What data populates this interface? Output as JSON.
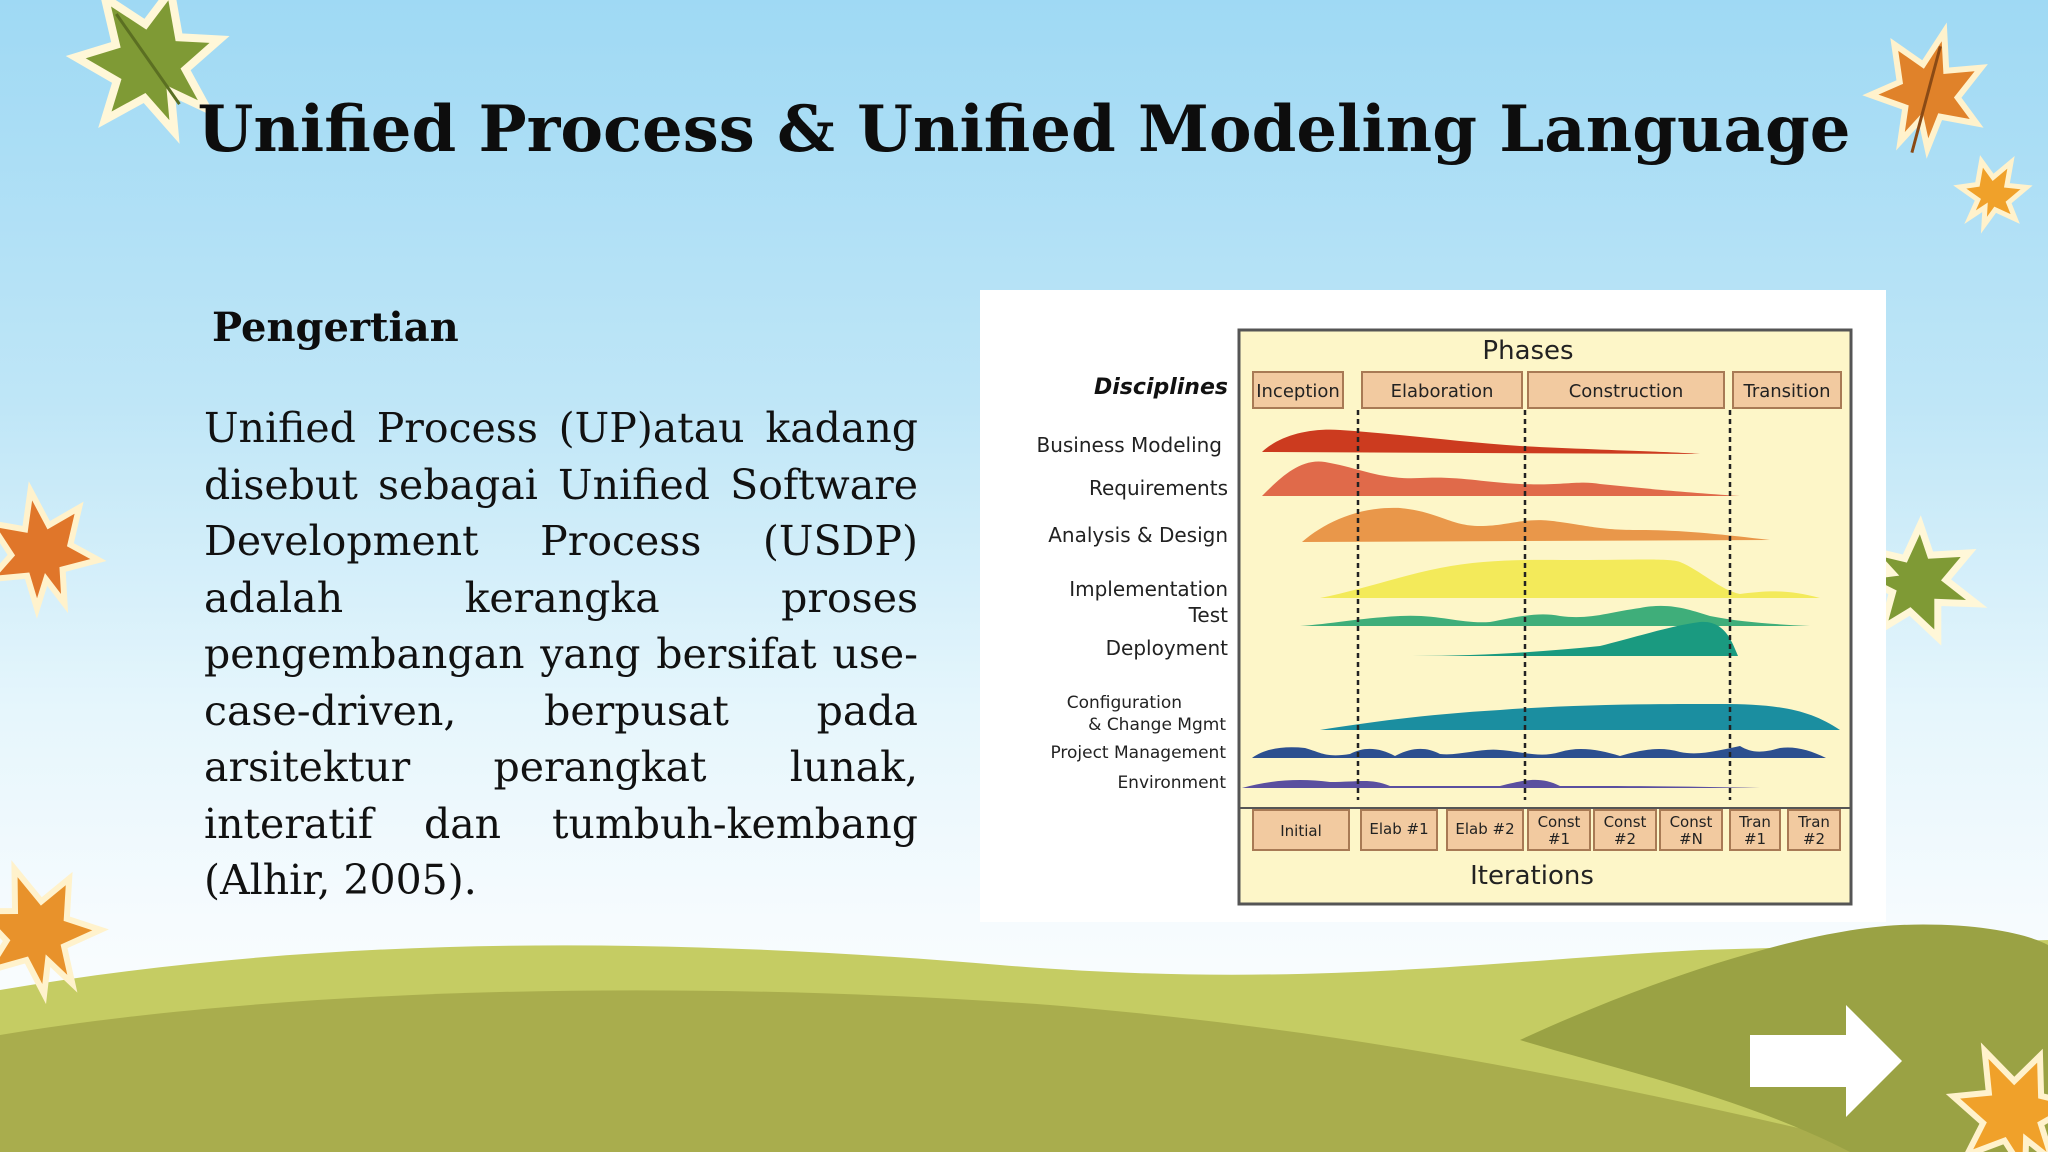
{
  "slide": {
    "title": "Unified Process & Unified Modeling Language",
    "heading": "Pengertian",
    "body": "Unified Process (UP)atau kadang disebut sebagai Unified Software Development Process (USDP) adalah kerangka proses pengembangan yang  bersifat use-case-driven, berpusat pada arsitektur perangkat lunak, interatif dan tumbuh-kembang (Alhir, 2005).",
    "next_icon": "arrow-right-icon"
  },
  "diagram": {
    "phases_title": "Phases",
    "disciplines_title": "Disciplines",
    "phases": [
      "Inception",
      "Elaboration",
      "Construction",
      "Transition"
    ],
    "disciplines": [
      [
        "Business Modeling"
      ],
      [
        "Requirements"
      ],
      [
        "Analysis & Design"
      ],
      [
        "Implementation"
      ],
      [
        "Test"
      ],
      [
        "Deployment"
      ],
      [
        "Configuration",
        "& Change Mgmt"
      ],
      [
        "Project Management"
      ],
      [
        "Environment"
      ]
    ],
    "iterations": [
      [
        "Initial"
      ],
      [
        "Elab #1"
      ],
      [
        "Elab #2"
      ],
      [
        "Const",
        "#1"
      ],
      [
        "Const",
        "#2"
      ],
      [
        "Const",
        "#N"
      ],
      [
        "Tran",
        "#1"
      ],
      [
        "Tran",
        "#2"
      ]
    ],
    "iterations_title": "Iterations",
    "colors": {
      "panel": "#fdf6c8",
      "header_box": "#f2caa0",
      "business_modeling": "#cc3b1f",
      "requirements": "#e06a4a",
      "analysis_design": "#e9974a",
      "implementation": "#f3ea5a",
      "test": "#3fae7a",
      "deployment": "#1a9a80",
      "config_change": "#1b8ea0",
      "project_management": "#2c4f8f",
      "environment": "#5a4f9f"
    }
  }
}
